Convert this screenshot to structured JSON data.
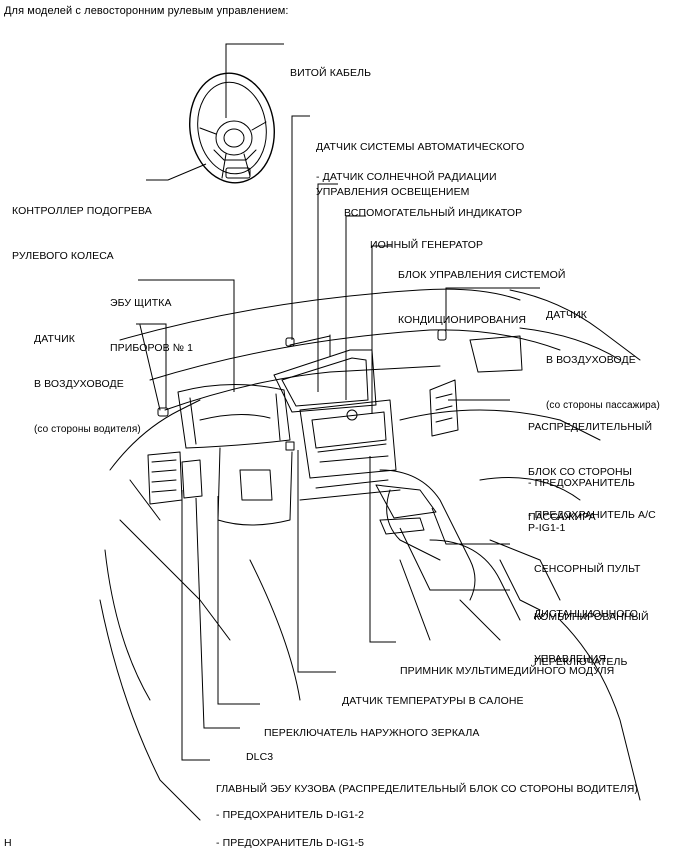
{
  "header": {
    "text": "Для моделей с левосторонним рулевым управлением:"
  },
  "footer": {
    "code": "H"
  },
  "labels": {
    "spiral_cable": {
      "lines": [
        "ВИТОЙ КАБЕЛЬ"
      ]
    },
    "auto_light_sensor": {
      "lines": [
        "ДАТЧИК СИСТЕМЫ АВТОМАТИЧЕСКОГО",
        "УПРАВЛЕНИЯ ОСВЕЩЕНИЕМ"
      ]
    },
    "solar_sensor": {
      "lines": [
        "- ДАТЧИК СОЛНЕЧНОЙ РАДИАЦИИ"
      ]
    },
    "steering_heater": {
      "lines": [
        "КОНТРОЛЛЕР ПОДОГРЕВА",
        "РУЛЕВОГО КОЛЕСА"
      ]
    },
    "aux_indicator": {
      "lines": [
        "ВСПОМОГАТЕЛЬНЫЙ ИНДИКАТОР"
      ]
    },
    "ion_generator": {
      "lines": [
        "ИОННЫЙ ГЕНЕРАТОР"
      ]
    },
    "ac_control": {
      "lines": [
        "БЛОК УПРАВЛЕНИЯ СИСТЕМОЙ",
        "КОНДИЦИОНИРОВАНИЯ"
      ]
    },
    "meter_ecu": {
      "lines": [
        "ЭБУ ЩИТКА",
        "ПРИБОРОВ № 1"
      ]
    },
    "duct_sensor_passenger": {
      "lines": [
        "ДАТЧИК",
        "В ВОЗДУХОВОДЕ",
        "(со стороны пассажира)"
      ]
    },
    "duct_sensor_driver": {
      "lines": [
        "ДАТЧИК",
        "В ВОЗДУХОВОДЕ",
        "(со стороны водителя)"
      ]
    },
    "passenger_jb": {
      "lines": [
        "РАСПРЕДЕЛИТЕЛЬНЫЙ",
        "БЛОК СО СТОРОНЫ",
        "ПАССАЖИРА"
      ]
    },
    "fuse_pig1": {
      "lines": [
        "- ПРЕДОХРАНИТЕЛЬ",
        "P-IG1-1"
      ]
    },
    "fuse_ac": {
      "lines": [
        "- ПРЕДОХРАНИТЕЛЬ A/C"
      ]
    },
    "touch_pad": {
      "lines": [
        "СЕНСОРНЫЙ ПУЛЬТ",
        "ДИСТАНЦИОННОГО",
        "УПРАВЛЕНИЯ"
      ]
    },
    "combo_switch": {
      "lines": [
        "КОМБИНИРОВАННЫЙ",
        "ПЕРЕКЛЮЧАТЕЛЬ"
      ]
    },
    "multimedia": {
      "lines": [
        "ПРИМНИК МУЛЬТИМЕДИЙНОГО МОДУЛЯ"
      ]
    },
    "room_temp": {
      "lines": [
        "ДАТЧИК ТЕМПЕРАТУРЫ В САЛОНЕ"
      ]
    },
    "mirror_switch": {
      "lines": [
        "ПЕРЕКЛЮЧАТЕЛЬ НАРУЖНОГО ЗЕРКАЛА"
      ]
    },
    "dlc3": {
      "lines": [
        "DLC3"
      ]
    },
    "main_body_ecu": {
      "lines": [
        "ГЛАВНЫЙ ЭБУ КУЗОВА (РАСПРЕДЕЛИТЕЛЬНЫЙ БЛОК СО СТОРОНЫ ВОДИТЕЛЯ)"
      ]
    },
    "fuse_dig1_2": {
      "lines": [
        "- ПРЕДОХРАНИТЕЛЬ D-IG1-2"
      ]
    },
    "fuse_dig1_5": {
      "lines": [
        "- ПРЕДОХРАНИТЕЛЬ D-IG1-5"
      ]
    }
  }
}
